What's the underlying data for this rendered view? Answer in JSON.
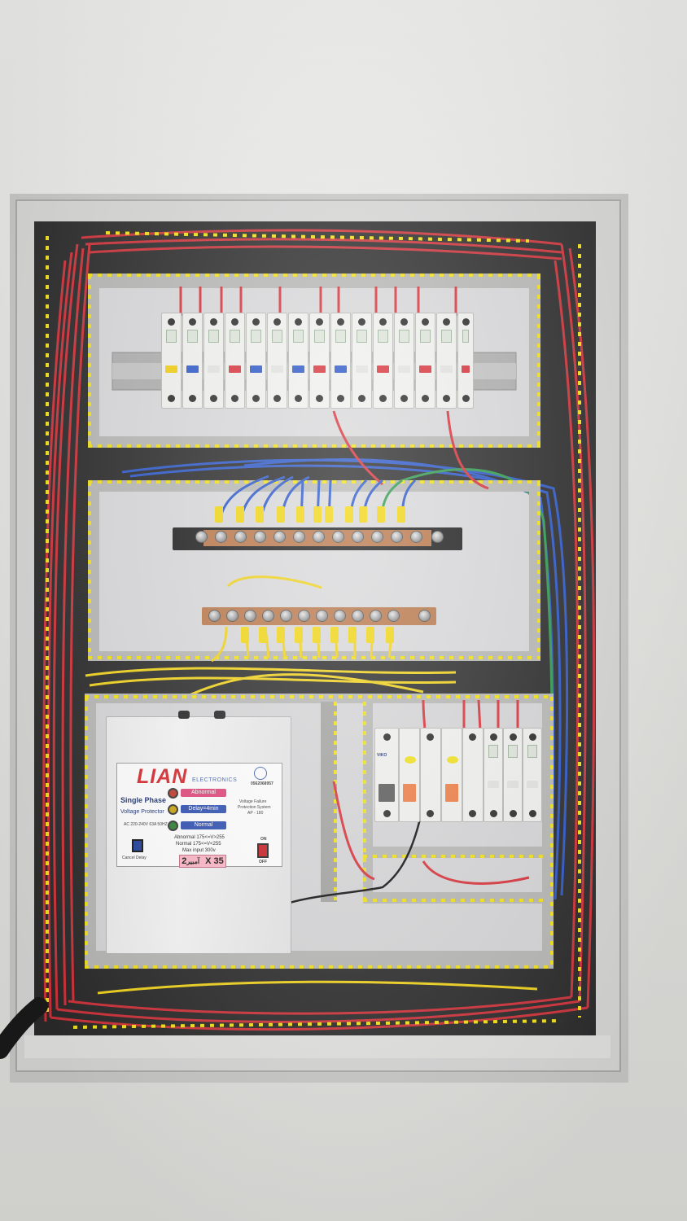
{
  "scene": {
    "colors": {
      "wall": "#e9e9e6",
      "enclosure": "#cfcfcf",
      "backplate": "#d9d9db",
      "wire_red": "#d8323a",
      "wire_blue": "#2b57c8",
      "wire_yellow": "#f0d21a",
      "wire_green": "#2f9a4d",
      "duct_tape": "#f2e11d",
      "din_rail": "#a9a9a9"
    }
  },
  "voltage_protector": {
    "brand": "LIAN",
    "brand_sub": "ELECTRONICS",
    "phone": "0562068957",
    "product_line1": "Single Phase",
    "product_line2": "Voltage Protector",
    "spec": "AC 220-240V 63A 50HZ",
    "status_abnormal": "Abnormal",
    "status_delay": "Delay=4min",
    "status_normal": "Normal",
    "system_line1": "Voltage Failure",
    "system_line2": "Protection System",
    "model": "AP - 180",
    "abnormal_range": "Abnormal 175<=V>255",
    "normal_range": "Normal 175<=V<255",
    "max_input": "Max input 300v",
    "rating_arabic": "آمبير",
    "rating": "2 X 35",
    "cancel_delay": "Cancel Delay",
    "switch_on": "ON",
    "switch_off": "OFF"
  },
  "rcbo": {
    "brand": "VIKO"
  }
}
